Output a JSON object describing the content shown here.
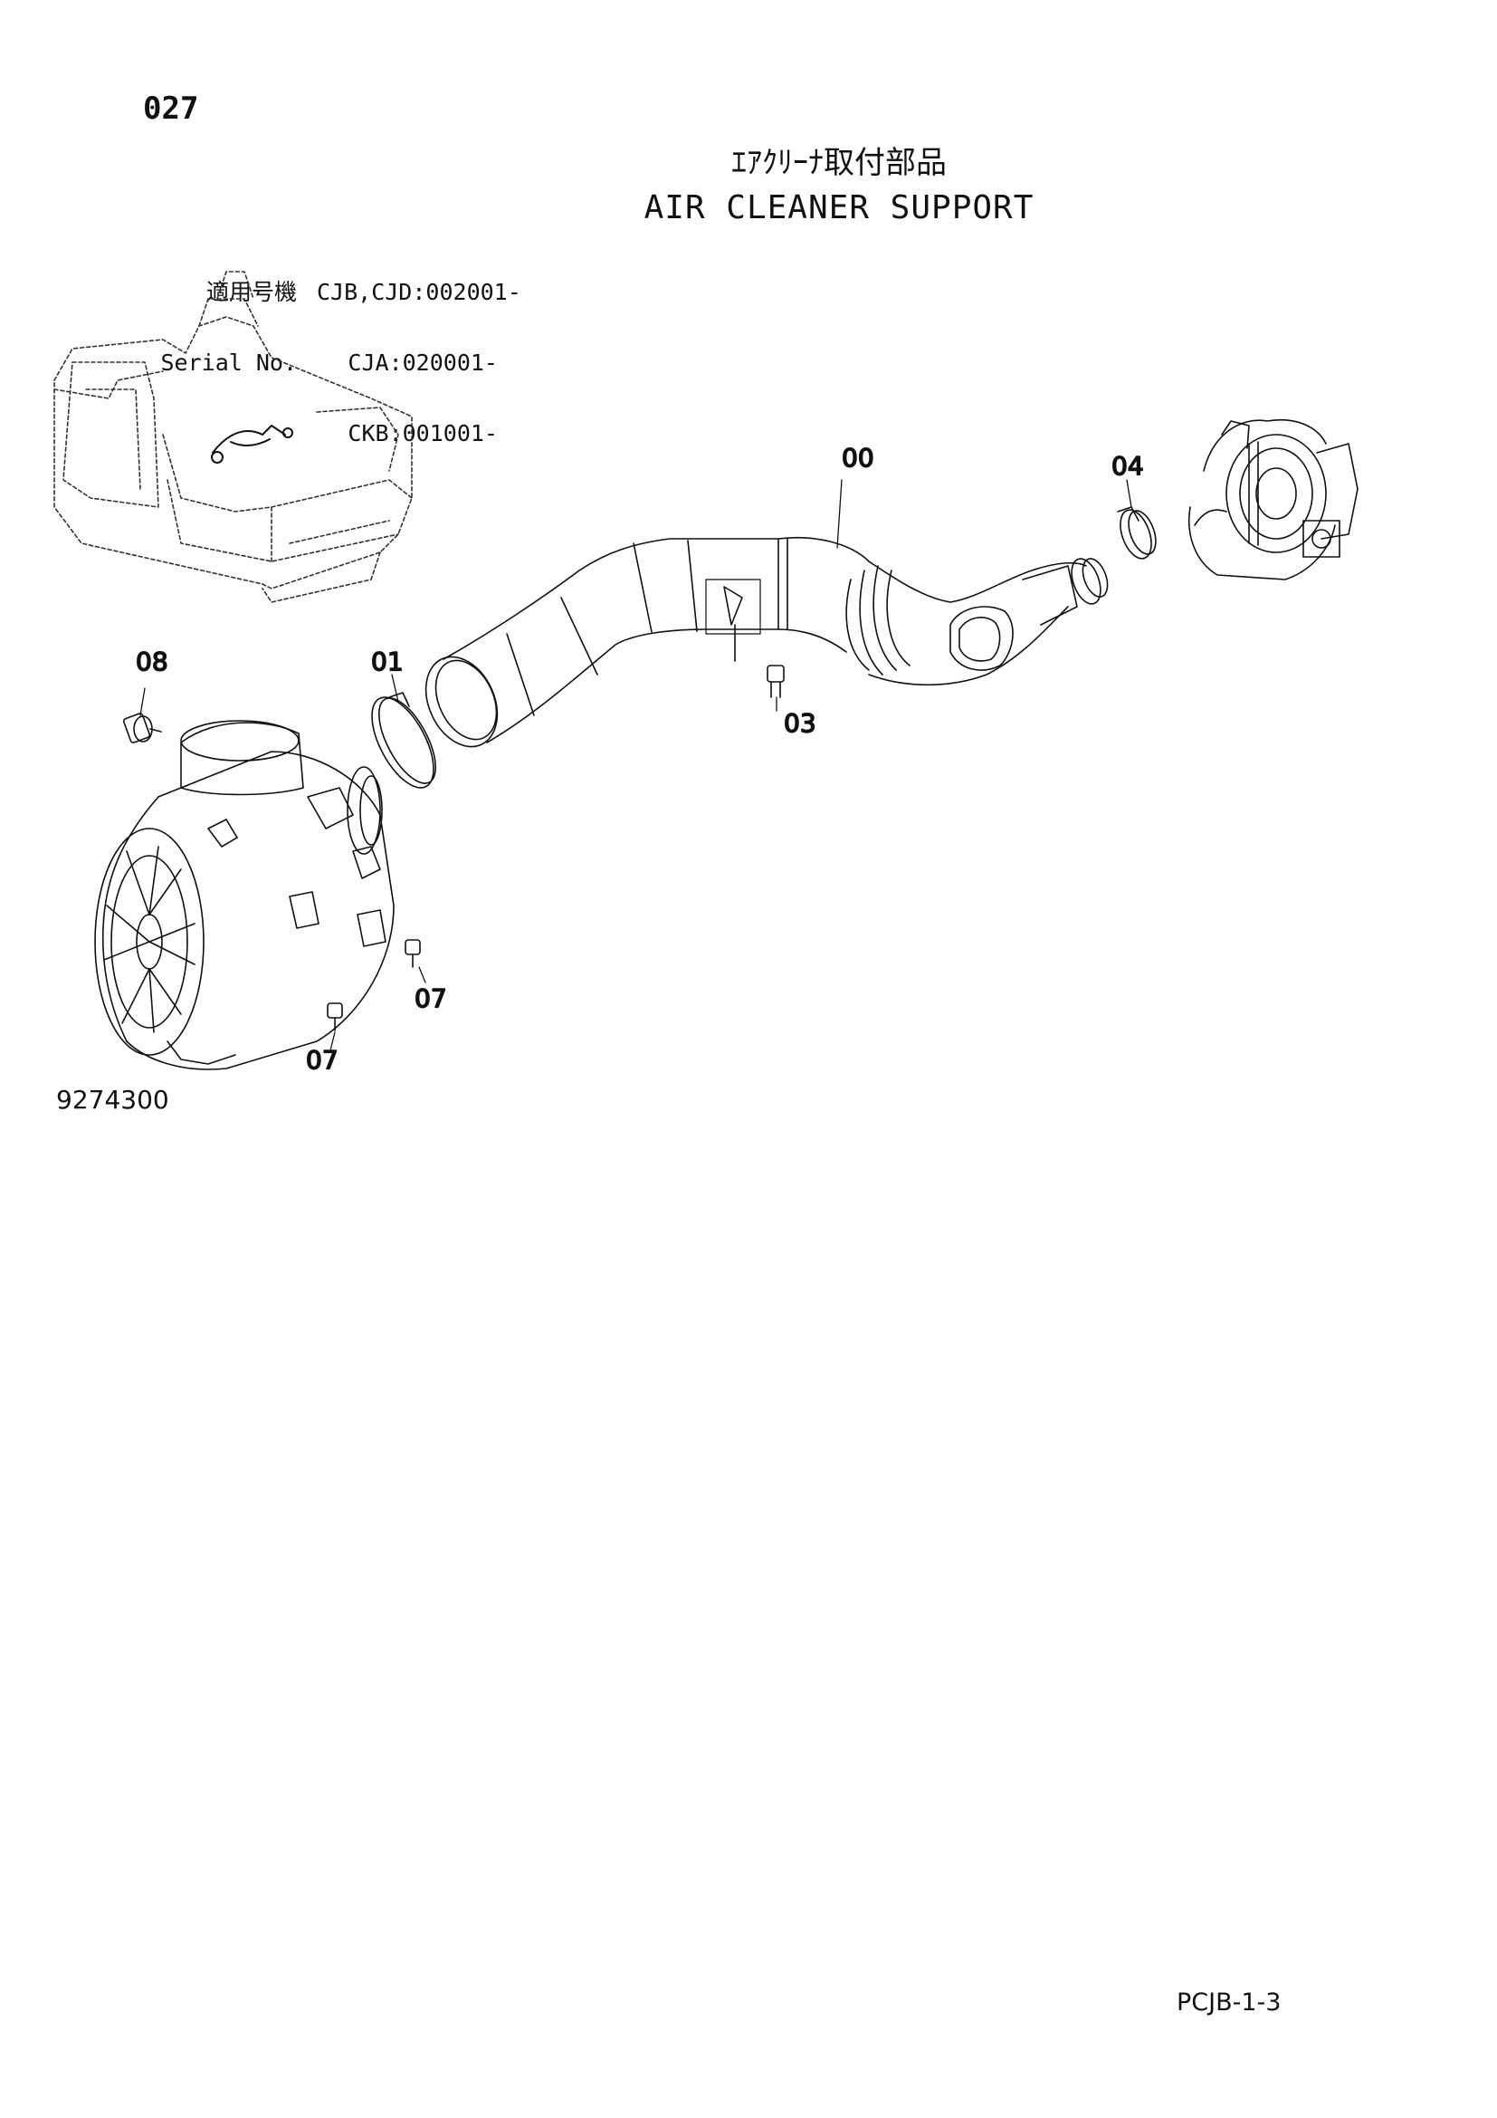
{
  "page_number": "027",
  "title_jp": "ｴｱｸﾘｰﾅ取付部品",
  "title_en": "AIR CLEANER SUPPORT",
  "serial": {
    "rows": [
      {
        "label": "適用号機",
        "value": "CJB,CJD:002001-"
      },
      {
        "label": "Serial No.",
        "value": "CJA:020001-"
      },
      {
        "label": "",
        "value": "CKB:001001-"
      }
    ]
  },
  "callouts": {
    "c00": "00",
    "c01": "01",
    "c03": "03",
    "c04": "04",
    "c07a": "07",
    "c07b": "07",
    "c08": "08"
  },
  "drawing_number": "9274300",
  "sheet_reference": "PCJB-1-3"
}
